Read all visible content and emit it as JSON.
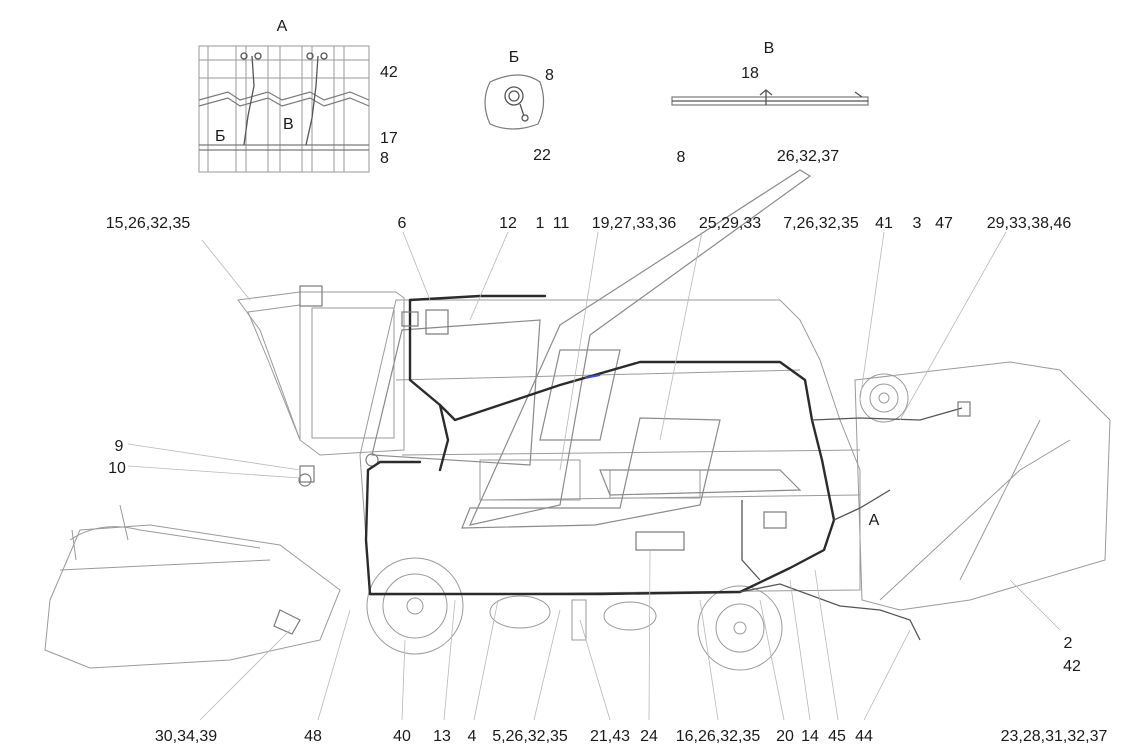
{
  "views": {
    "a": {
      "title": "А",
      "marker_b": "Б",
      "marker_v": "В",
      "labels": [
        "42",
        "17",
        "8"
      ]
    },
    "b": {
      "title": "Б",
      "labels": [
        "8",
        "22"
      ]
    },
    "v": {
      "title": "В",
      "labels": [
        "18",
        "8"
      ]
    }
  },
  "main": {
    "view_marker_a": "А",
    "top_callouts": [
      "26,32,37",
      "15,26,32,35",
      "6",
      "12",
      "1",
      "11",
      "19,27,33,36",
      "25,29,33",
      "7,26,32,35",
      "41",
      "3",
      "47",
      "29,33,38,46"
    ],
    "left_callouts": [
      "9",
      "10"
    ],
    "right_callouts": [
      "2",
      "42"
    ],
    "bottom_callouts": [
      "30,34,39",
      "48",
      "40",
      "13",
      "4",
      "5,26,32,35",
      "21,43",
      "24",
      "16,26,32,35",
      "20",
      "14",
      "45",
      "44",
      "23,28,31,32,37"
    ]
  }
}
